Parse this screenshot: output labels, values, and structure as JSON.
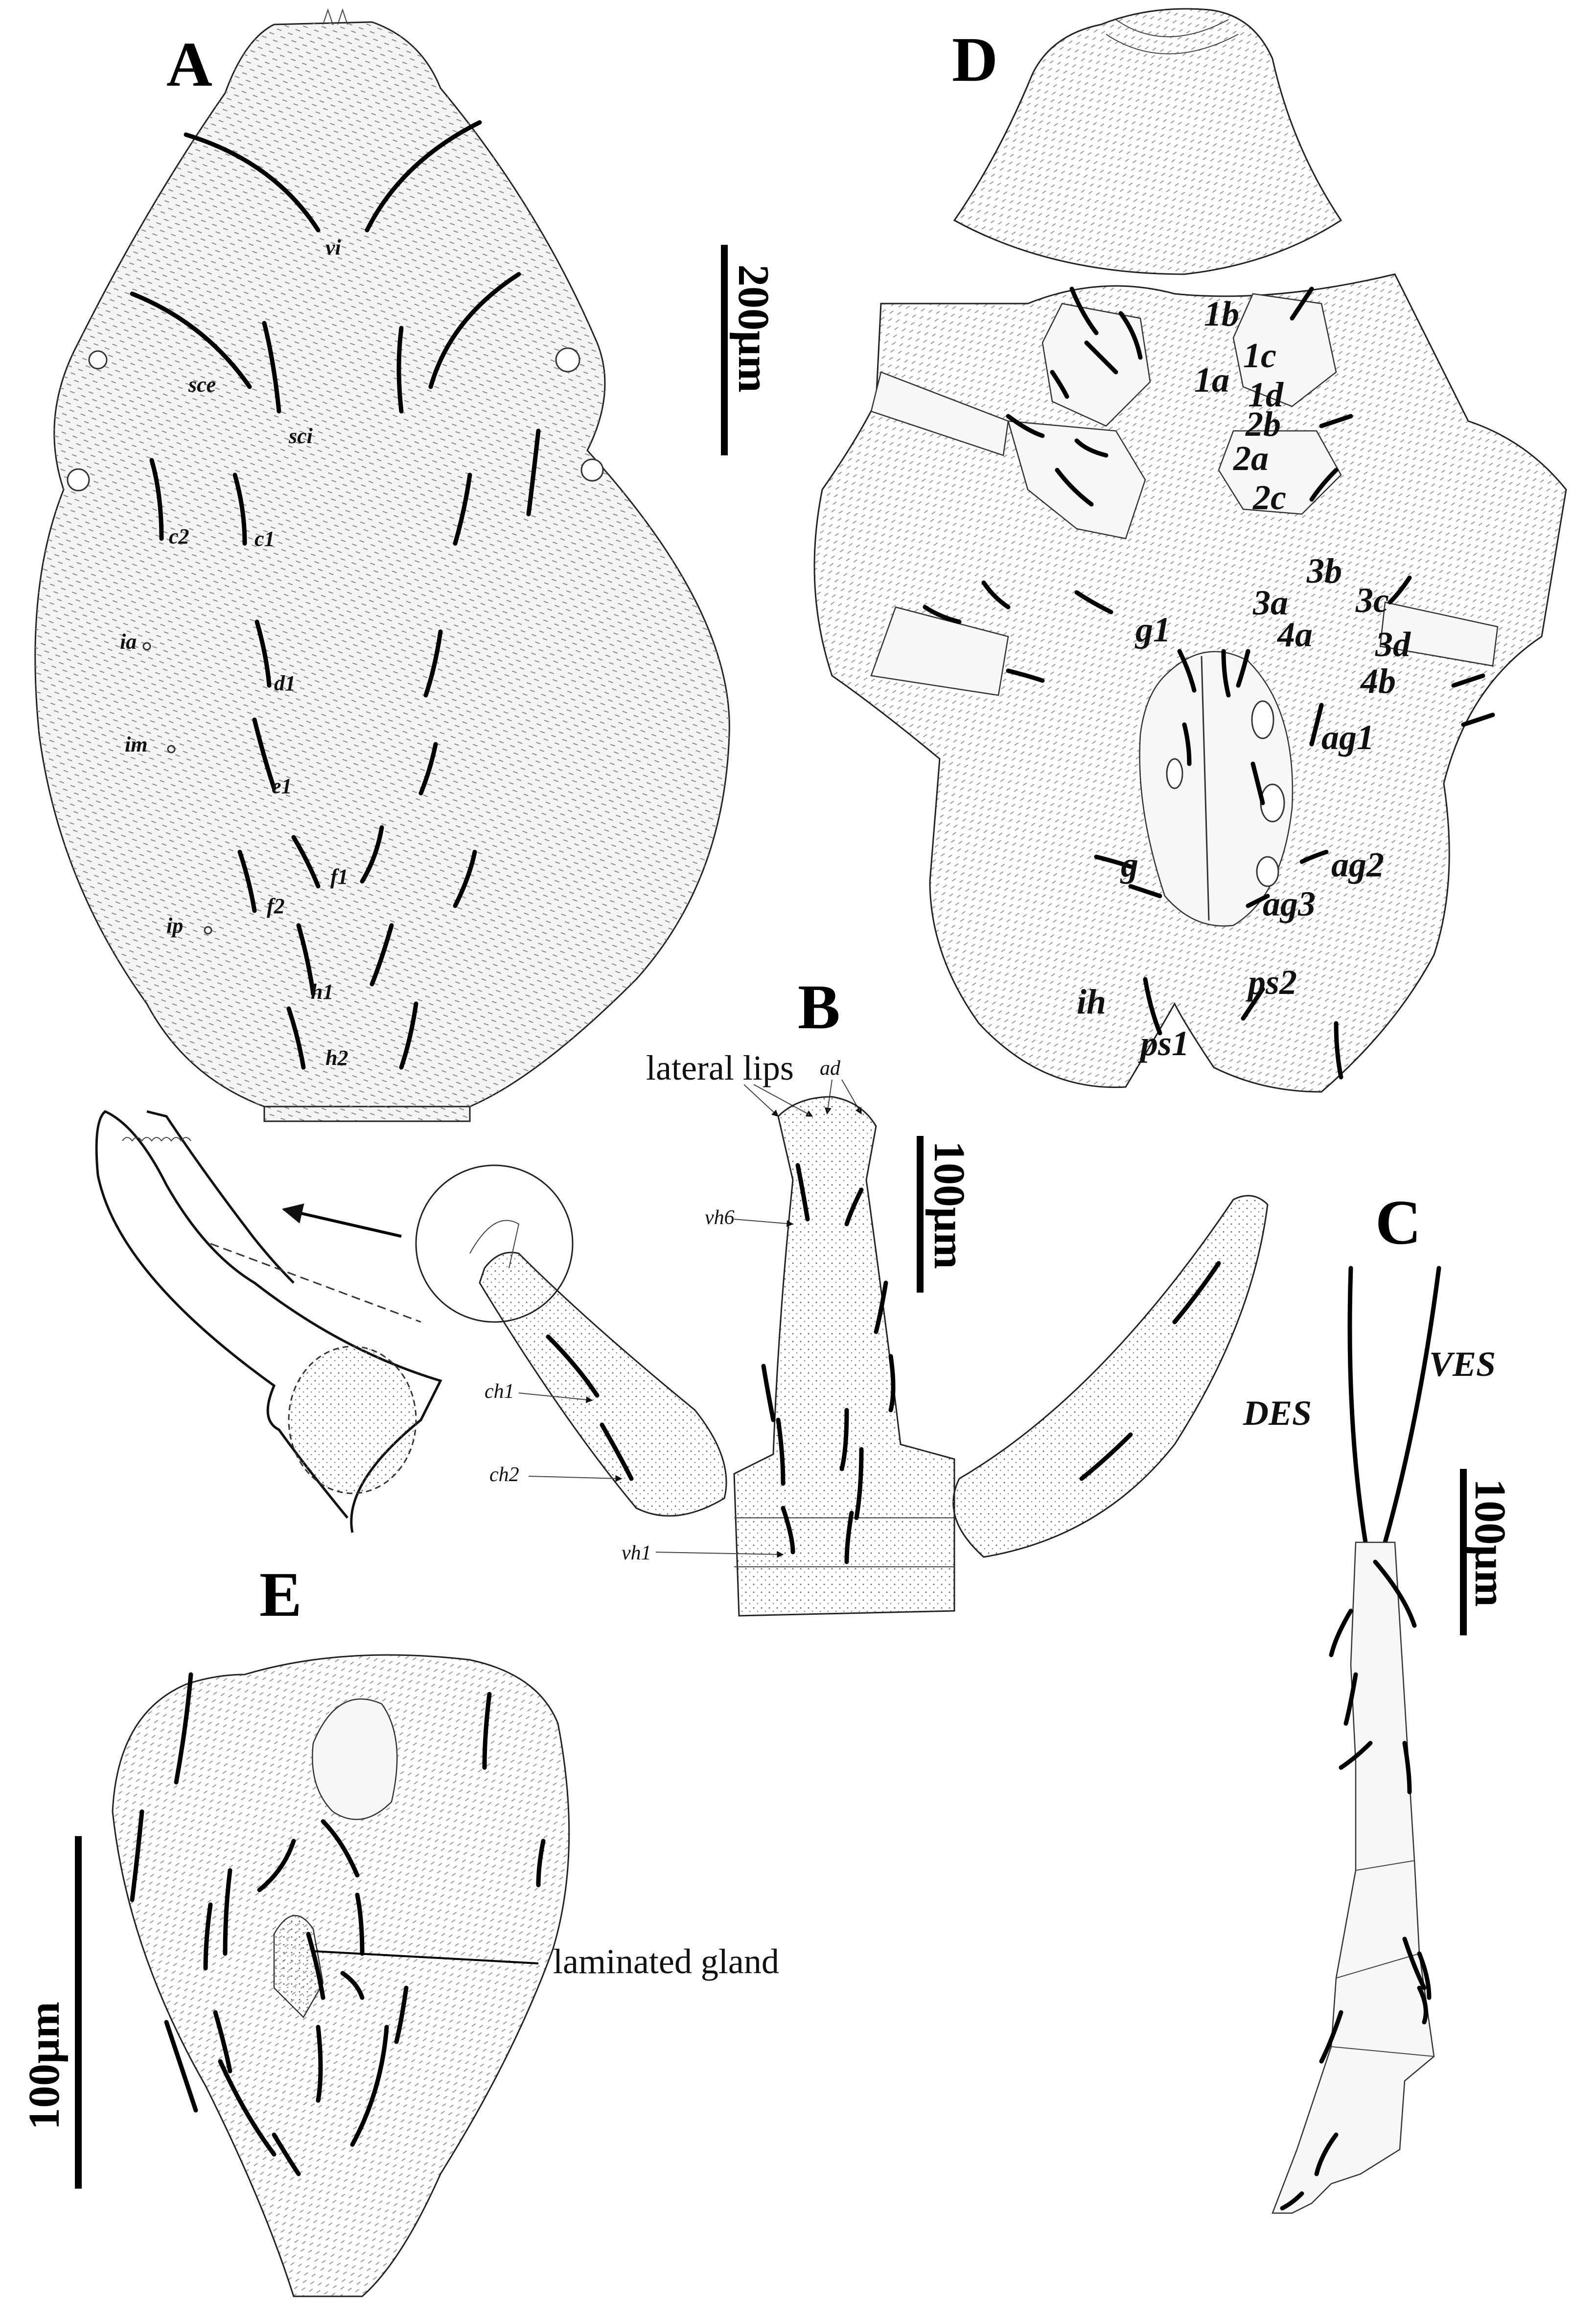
{
  "panels": {
    "A": {
      "letter": "A",
      "scale": "200µm",
      "setae": [
        "vi",
        "sce",
        "sci",
        "c2",
        "c1",
        "ia",
        "d1",
        "im",
        "e1",
        "f1",
        "f2",
        "ip",
        "h1",
        "h2"
      ]
    },
    "B": {
      "letter": "B",
      "scale": "100µm",
      "lateral_lips": "lateral lips",
      "labels": [
        "ad",
        "vh6",
        "ch1",
        "ch2",
        "vh1"
      ]
    },
    "C": {
      "letter": "C",
      "scale": "100µm",
      "labels": [
        "VES",
        "DES"
      ]
    },
    "D": {
      "letter": "D",
      "labels": [
        "1b",
        "1c",
        "1a",
        "1d",
        "2b",
        "2a",
        "2c",
        "3b",
        "3c",
        "3a",
        "3d",
        "4a",
        "4b",
        "g1",
        "ag1",
        "g",
        "ag2",
        "ag3",
        "ps2",
        "ih",
        "ps1"
      ]
    },
    "E": {
      "letter": "E",
      "scale": "100µm",
      "gland": "laminated gland"
    }
  }
}
